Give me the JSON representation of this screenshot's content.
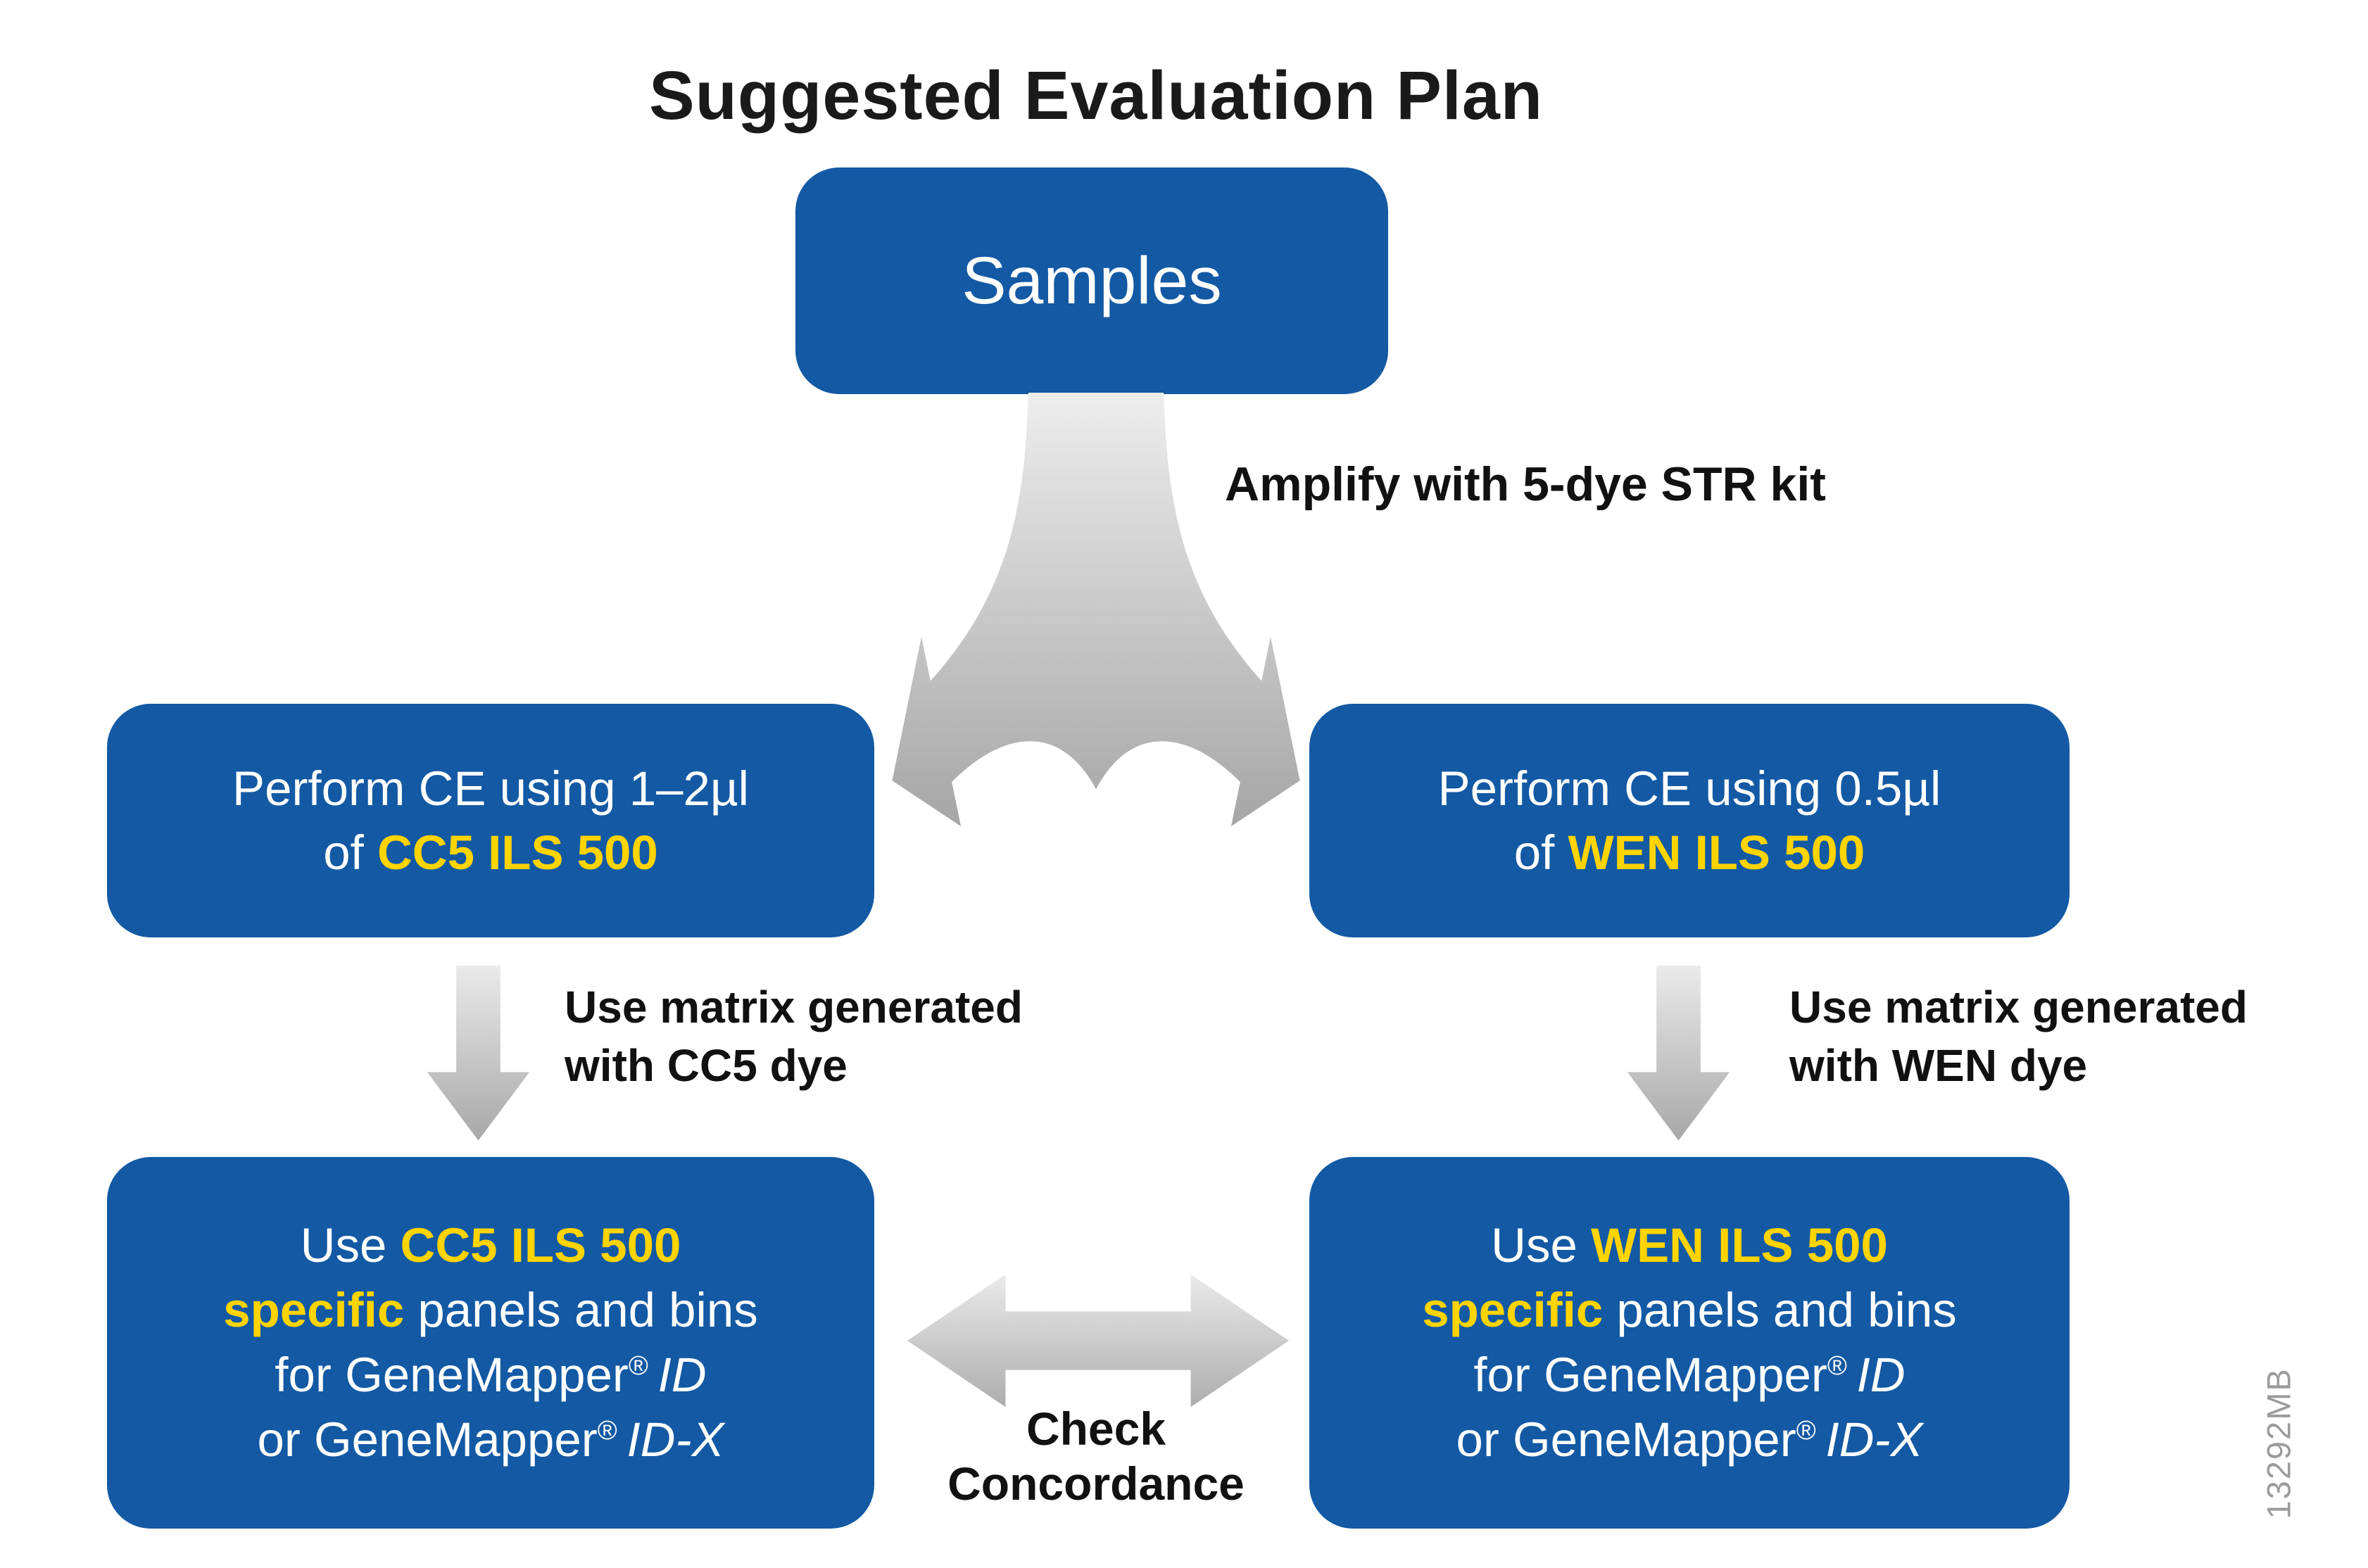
{
  "title": "Suggested Evaluation Plan",
  "colors": {
    "box_blue": "#1359A4",
    "highlight_yellow": "#FFD400",
    "arrow_gray": "#ABABAB",
    "text_black": "#111111",
    "code_gray": "#9B9B9B"
  },
  "samples": {
    "label": "Samples"
  },
  "amplify_label": "Amplify with 5-dye STR kit",
  "common": {
    "reg": "®",
    "id": "ID",
    "idx": "ID-X"
  },
  "left": {
    "ce_line1": "Perform CE using 1–2µl",
    "ce_of": "of ",
    "ce_ils": "CC5 ILS 500",
    "matrix_line1": "Use matrix generated",
    "matrix_line2": "with CC5 dye",
    "use_prefix": "Use ",
    "use_ils": "CC5 ILS 500",
    "specific": "specific",
    "panels": " panels and bins",
    "gm_for": "for GeneMapper",
    "gm_or": "or GeneMapper"
  },
  "right": {
    "ce_line1": "Perform CE using 0.5µl",
    "ce_of": "of ",
    "ce_ils": "WEN ILS 500",
    "matrix_line1": "Use matrix generated",
    "matrix_line2": "with WEN dye",
    "use_prefix": "Use ",
    "use_ils": "WEN ILS 500",
    "specific": "specific",
    "panels": " panels and bins",
    "gm_for": "for GeneMapper",
    "gm_or": "or GeneMapper"
  },
  "check": {
    "line1": "Check",
    "line2": "Concordance"
  },
  "figure_code": "13292MB"
}
